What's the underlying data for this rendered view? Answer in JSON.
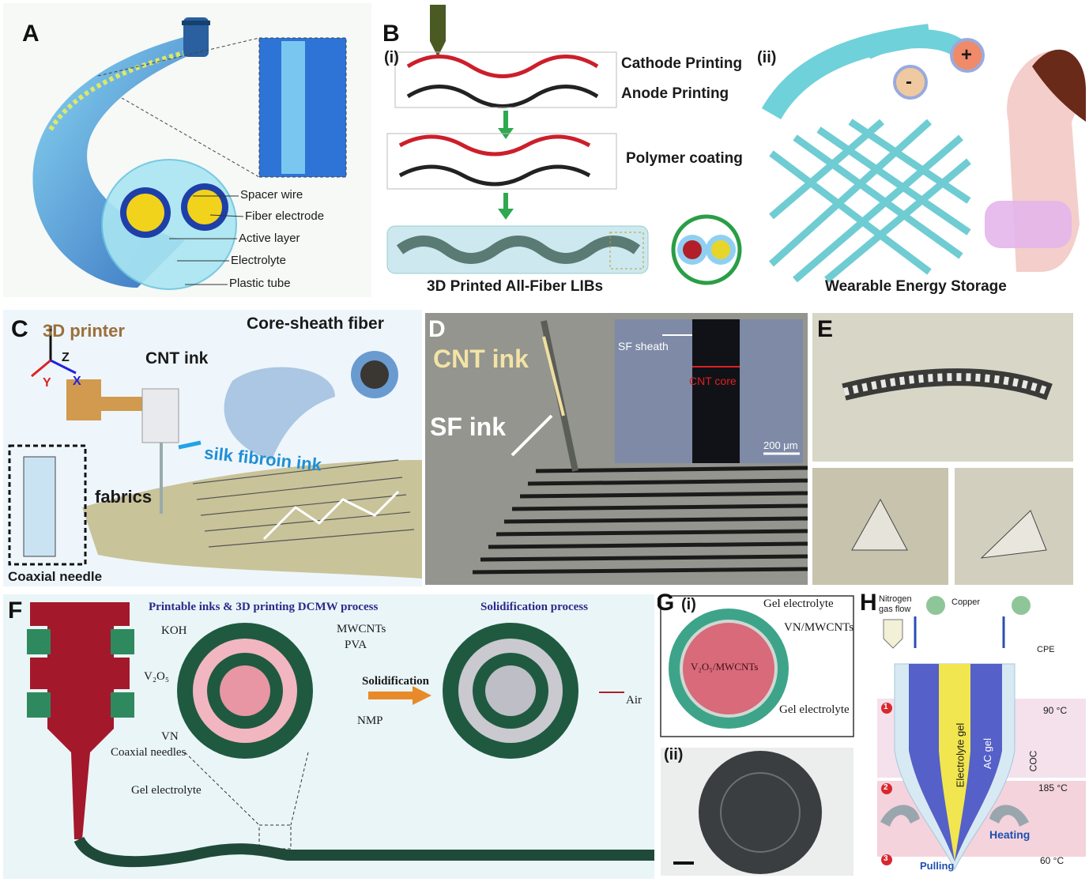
{
  "panels": {
    "A": {
      "label": "A",
      "labels": [
        "Spacer wire",
        "Fiber electrode",
        "Active layer",
        "Electrolyte",
        "Plastic tube"
      ]
    },
    "B": {
      "label": "B",
      "sub_i": "(i)",
      "sub_ii": "(ii)",
      "cathode": "Cathode Printing",
      "anode": "Anode Printing",
      "coating": "Polymer coating",
      "caption_left": "3D Printed All-Fiber LIBs",
      "caption_right": "Wearable Energy Storage",
      "plus": "+",
      "minus": "-"
    },
    "C": {
      "label": "C",
      "printer": "3D printer",
      "core_sheath": "Core-sheath fiber",
      "cnt_ink": "CNT ink",
      "silk": "silk fibroin ink",
      "fabrics": "fabrics",
      "coaxial": "Coaxial needle",
      "axis_z": "Z",
      "axis_y": "Y",
      "axis_x": "X"
    },
    "D": {
      "label": "D",
      "cnt_ink": "CNT ink",
      "sf_ink": "SF ink",
      "sf_sheath": "SF sheath",
      "cnt_core": "CNT core",
      "scale": "200 μm"
    },
    "E": {
      "label": "E"
    },
    "F": {
      "label": "F",
      "title_left": "Printable inks & 3D printing DCMW process",
      "title_right": "Solidification process",
      "koh": "KOH",
      "mwcnts": "MWCNTs",
      "pva": "PVA",
      "v2o5": "V₂O₅",
      "vn": "VN",
      "nmp": "NMP",
      "solidification": "Solidification",
      "air": "Air",
      "coaxial_needles": "Coaxial needles",
      "gel": "Gel electrolyte"
    },
    "G": {
      "label": "G",
      "sub_i": "(i)",
      "sub_ii": "(ii)",
      "gel_top": "Gel electrolyte",
      "vn": "VN/MWCNTs",
      "core": "V₂O₅/MWCNTs",
      "gel_bottom": "Gel electrolyte"
    },
    "H": {
      "label": "H",
      "nitrogen": "Nitrogen gas flow",
      "copper": "Copper",
      "cpe": "CPE",
      "t1": "90 °C",
      "t2": "185 °C",
      "t3": "60 °C",
      "coc": "COC",
      "electrolyte_gel": "Electrolyte gel",
      "ac_gel": "AC gel",
      "heating": "Heating",
      "pulling": "Pulling",
      "step1": "1",
      "step2": "2",
      "step3": "3"
    }
  },
  "colors": {
    "bg_light_blue": "#eaf4fa",
    "fiber_blue": "#2b7fd6",
    "teal": "#66d0d8",
    "cathode_red": "#cc1f2a",
    "dark_green": "#1f5a40",
    "pink": "#f2b6c0"
  }
}
